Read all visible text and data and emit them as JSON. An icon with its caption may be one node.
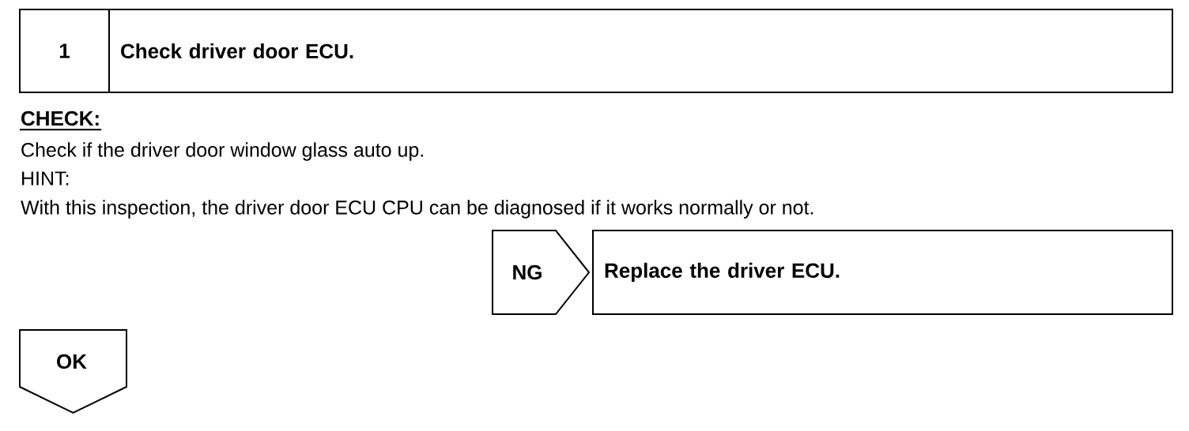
{
  "diagram": {
    "nodes": [
      {
        "text": [
          "1"
        ]
      },
      {
        "text": [
          "Check driver door ECU."
        ]
      },
      {
        "text": [
          "NG"
        ]
      },
      {
        "text": [
          "Replace the driver ECU."
        ]
      },
      {
        "text": [
          "OK"
        ]
      }
    ],
    "labels": [
      "CHECK:",
      "Check if the driver door window glass auto up.",
      "HINT:",
      "With this inspection, the driver door ECU CPU can be diagnosed if it works normally or not."
    ]
  }
}
